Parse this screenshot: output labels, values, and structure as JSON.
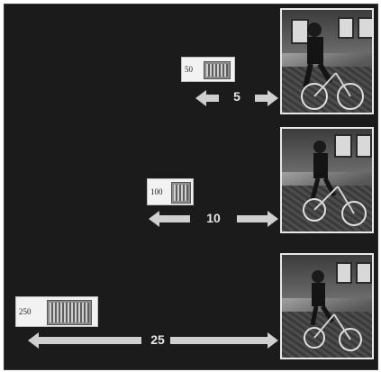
{
  "rows": [
    {
      "camera_label": "50",
      "distance_label": "5"
    },
    {
      "camera_label": "100",
      "distance_label": "10"
    },
    {
      "camera_label": "250",
      "distance_label": "25"
    }
  ],
  "colors": {
    "background": "#1b1b1b",
    "arrow": "#cfcfcf",
    "label": "#e6e6e6"
  }
}
